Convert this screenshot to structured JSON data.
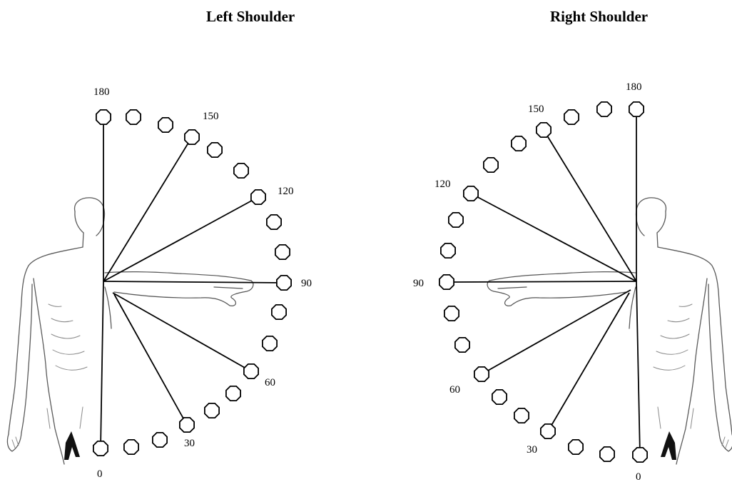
{
  "panels": [
    {
      "title": "Left Shoulder",
      "angle_labels": [
        "0",
        "30",
        "60",
        "90",
        "120",
        "150",
        "180"
      ],
      "marker_count": 19
    },
    {
      "title": "Right Shoulder",
      "angle_labels": [
        "0",
        "30",
        "60",
        "90",
        "120",
        "150",
        "180"
      ],
      "marker_count": 19
    }
  ],
  "colors": {
    "line": "#000000",
    "outline": "#5a5a5a",
    "background": "#ffffff"
  },
  "icons": [
    "human-figure",
    "octagon-marker"
  ]
}
